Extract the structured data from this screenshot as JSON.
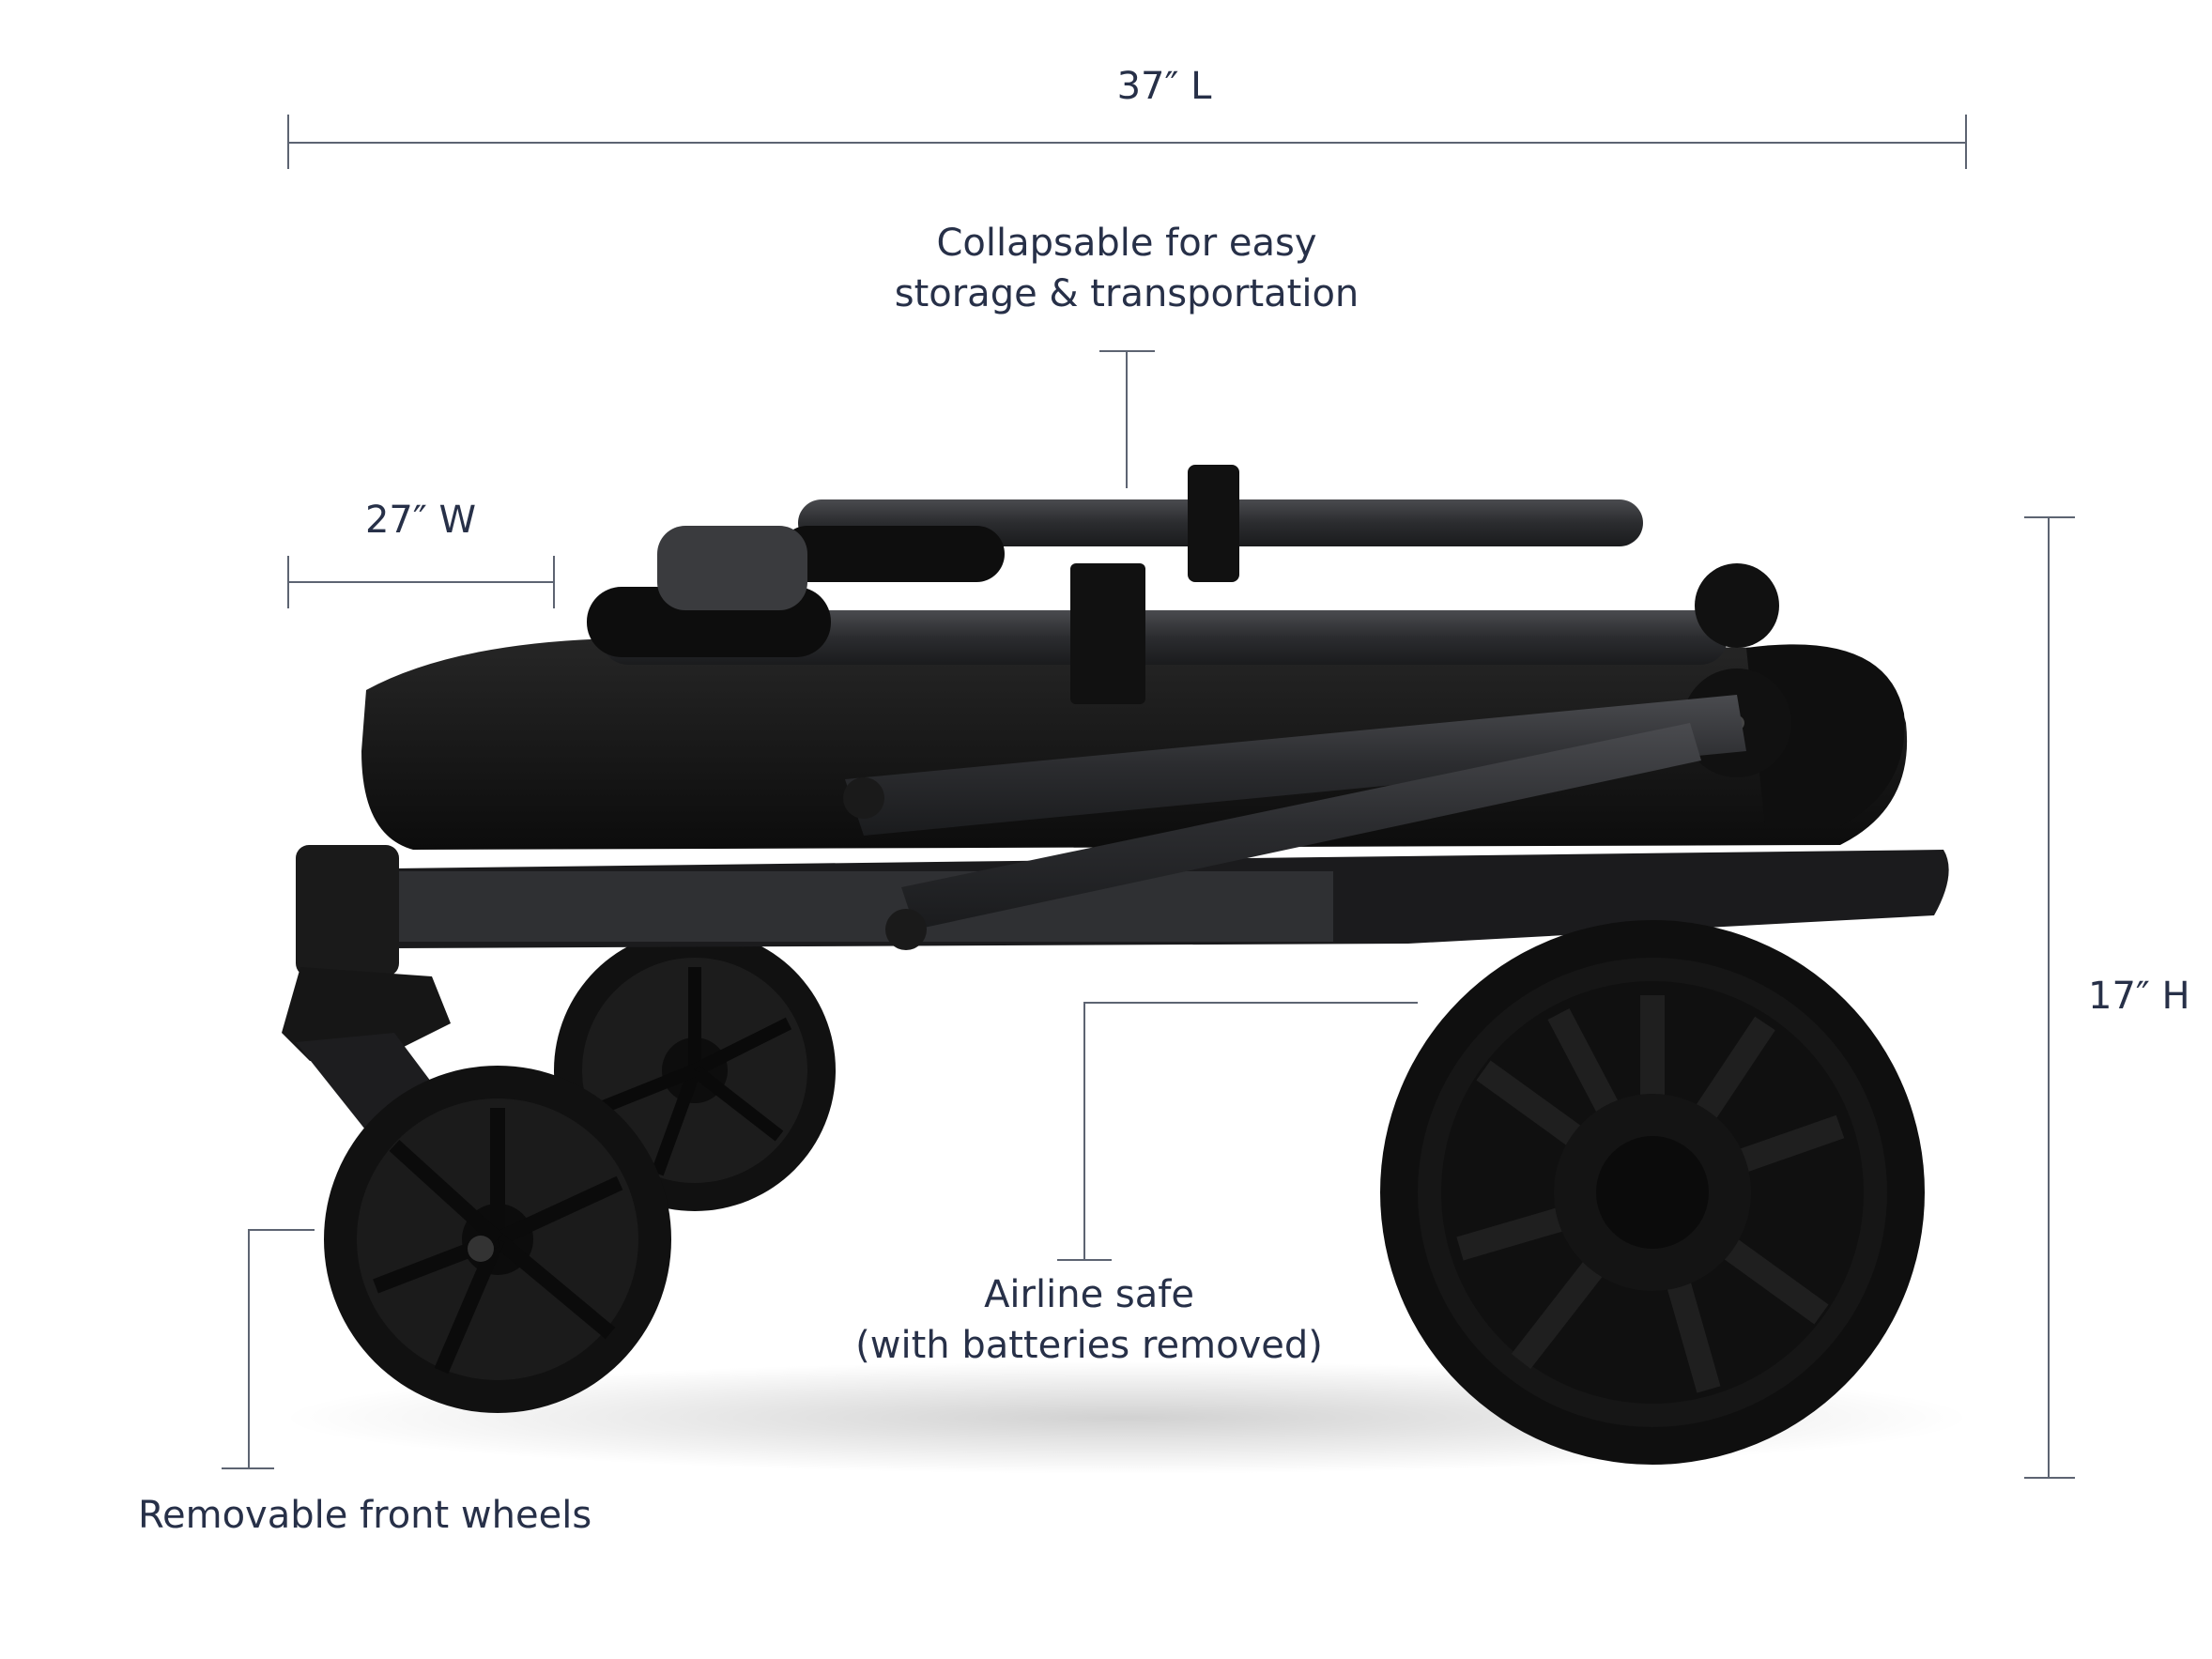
{
  "dimensions": {
    "length": "37″ L",
    "width": "27″ W",
    "height": "17″ H"
  },
  "callouts": {
    "collapsable": {
      "line1": "Collapsable for easy",
      "line2": "storage & transportation"
    },
    "airline": {
      "line1": "Airline safe",
      "line2": "(with batteries removed)"
    },
    "front_wheels": "Removable front wheels"
  },
  "colors": {
    "text": "#273048",
    "dimension_line": "#5d6472",
    "wagon_body": "#141414",
    "frame": "#2a2b2e"
  },
  "image": {
    "subject": "folded-wagon-photo"
  }
}
